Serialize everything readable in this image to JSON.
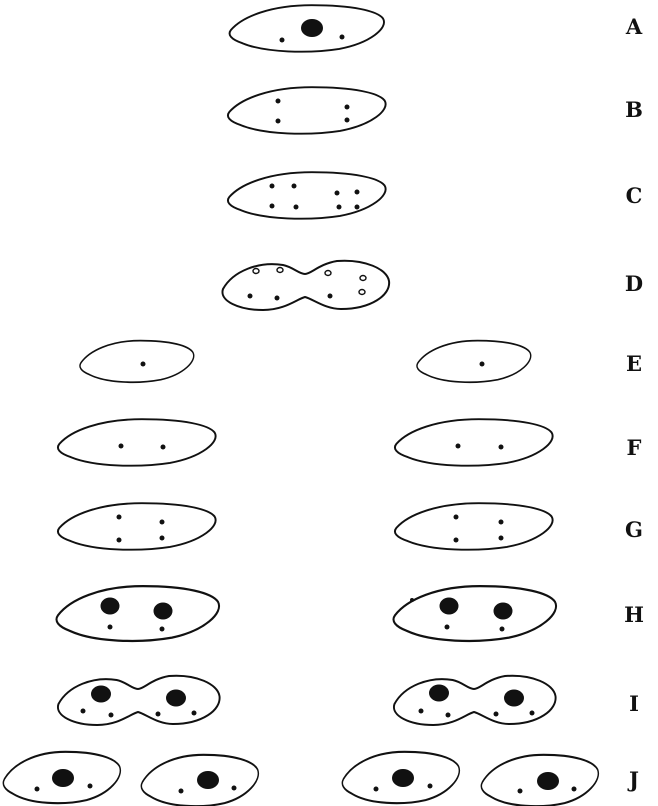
{
  "labels": [
    "A",
    "B",
    "C",
    "D",
    "E",
    "F",
    "G",
    "H",
    "I",
    "J"
  ],
  "colors": {
    "ink": "#111111",
    "paper": "#ffffff"
  }
}
